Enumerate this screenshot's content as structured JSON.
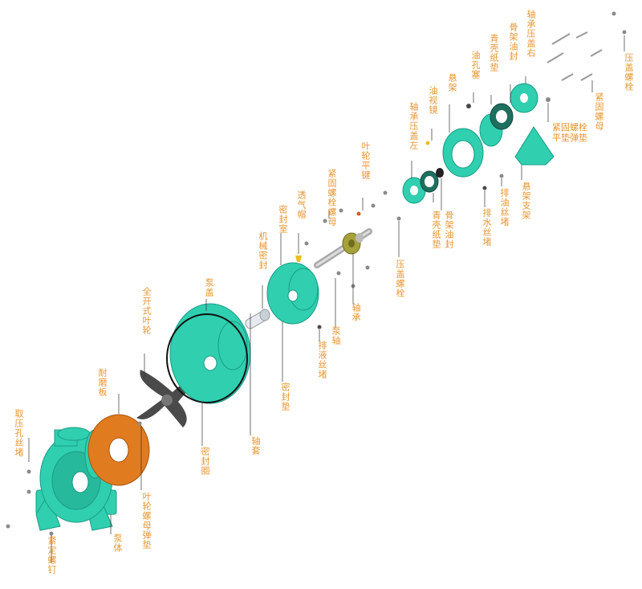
{
  "labels": {
    "pressure_plug": "取压孔丝堵",
    "set_screw": "紧定螺钉",
    "pump_body": "泵体",
    "wear_plate": "耐磨板",
    "impeller_washer": "叶轮螺母弹垫",
    "impeller": "全开式叶轮",
    "pump_cover": "泵盖",
    "seal_ring": "密封圈",
    "mech_seal": "机械密封",
    "sleeve": "轴套",
    "seal_chamber": "密封室",
    "seal_gasket": "密封垫",
    "vent_cap": "透气帽",
    "drain_plug": "排液丝堵",
    "fasten_bolt_nut": "紧固螺栓螺母",
    "pump_shaft": "泵轴",
    "impeller_key": "叶轮平键",
    "bearing": "轴承",
    "cover_bolt": "压盖螺栓",
    "bearing_cover_left": "轴承压盖左",
    "frame_seal_left": "骨架油封",
    "paper_gasket_left": "青壳纸垫",
    "oil_sight": "油视镜",
    "bracket": "悬架",
    "oil_hole_plug": "油孔塞",
    "water_drain_plug": "排水丝堵",
    "oil_drain_plug": "排油丝堵",
    "paper_gasket_right": "青壳纸垫",
    "frame_seal_right": "骨架油封",
    "bearing_cover_right": "轴承压盖右",
    "fasten_bolt_washer": "紧固螺栓平垫弹垫",
    "bracket_support": "悬架支架",
    "fasten_nut": "紧固螺母",
    "cover_bolt_right": "压盖螺栓"
  },
  "colors": {
    "label": "#e8952f",
    "teal": "#2fcfb0",
    "orange": "#e07b1f",
    "impeller": "#4a4a4a"
  }
}
